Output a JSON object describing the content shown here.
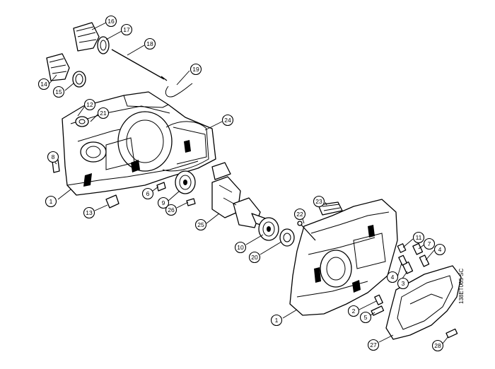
{
  "drawing_code": "138ET065 SC",
  "callouts": [
    {
      "id": "c16",
      "label": "16"
    },
    {
      "id": "c17",
      "label": "17"
    },
    {
      "id": "c18",
      "label": "18"
    },
    {
      "id": "c19",
      "label": "19"
    },
    {
      "id": "c14",
      "label": "14"
    },
    {
      "id": "c15",
      "label": "15"
    },
    {
      "id": "c12",
      "label": "12"
    },
    {
      "id": "c21",
      "label": "21"
    },
    {
      "id": "c24",
      "label": "24"
    },
    {
      "id": "c8",
      "label": "8"
    },
    {
      "id": "c1a",
      "label": "1"
    },
    {
      "id": "c13",
      "label": "13"
    },
    {
      "id": "c6",
      "label": "6"
    },
    {
      "id": "c9",
      "label": "9"
    },
    {
      "id": "c26",
      "label": "26"
    },
    {
      "id": "c25",
      "label": "25"
    },
    {
      "id": "c10",
      "label": "10"
    },
    {
      "id": "c20",
      "label": "20"
    },
    {
      "id": "c22",
      "label": "22"
    },
    {
      "id": "c23",
      "label": "23"
    },
    {
      "id": "c11",
      "label": "11"
    },
    {
      "id": "c7",
      "label": "7"
    },
    {
      "id": "c4a",
      "label": "4"
    },
    {
      "id": "c4b",
      "label": "4"
    },
    {
      "id": "c3",
      "label": "3"
    },
    {
      "id": "c2",
      "label": "2"
    },
    {
      "id": "c5",
      "label": "5"
    },
    {
      "id": "c1b",
      "label": "1"
    },
    {
      "id": "c27",
      "label": "27"
    },
    {
      "id": "c28",
      "label": "28"
    }
  ]
}
